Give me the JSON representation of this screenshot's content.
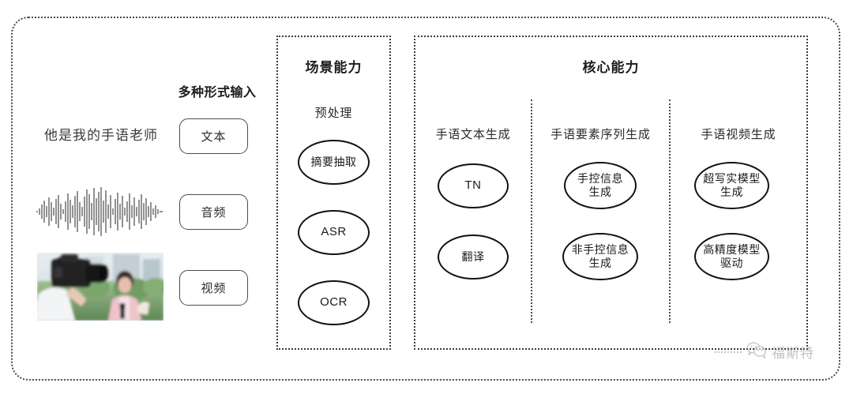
{
  "diagram": {
    "input_panel": {
      "heading": "多种形式输入",
      "sample_text": "他是我的手语老师",
      "waveform_alt": "audio-waveform",
      "video_alt": "video-thumbnail",
      "modalities": [
        {
          "label": "文本"
        },
        {
          "label": "音频"
        },
        {
          "label": "视频"
        }
      ]
    },
    "scene_box": {
      "title": "场景能力",
      "sub_label": "预处理",
      "nodes": [
        {
          "label": "摘要抽取"
        },
        {
          "label": "ASR"
        },
        {
          "label": "OCR"
        }
      ]
    },
    "core_box": {
      "title": "核心能力",
      "columns": [
        {
          "label": "手语文本生成",
          "nodes": [
            {
              "line1": "TN",
              "line2": ""
            },
            {
              "line1": "翻译",
              "line2": ""
            }
          ]
        },
        {
          "label": "手语要素序列生成",
          "nodes": [
            {
              "line1": "手控信息",
              "line2": "生成"
            },
            {
              "line1": "非手控信息",
              "line2": "生成"
            }
          ]
        },
        {
          "label": "手语视频生成",
          "nodes": [
            {
              "line1": "超写实模型",
              "line2": "生成"
            },
            {
              "line1": "高精度模型",
              "line2": "驱动"
            }
          ]
        }
      ]
    },
    "watermark": {
      "label": "福斯特",
      "icon": "wechat-icon"
    },
    "colors": {
      "border": "#3c3c3c",
      "node_stroke": "#121212",
      "text": "#1c1c1c",
      "watermark": "#8d8d8d"
    }
  }
}
